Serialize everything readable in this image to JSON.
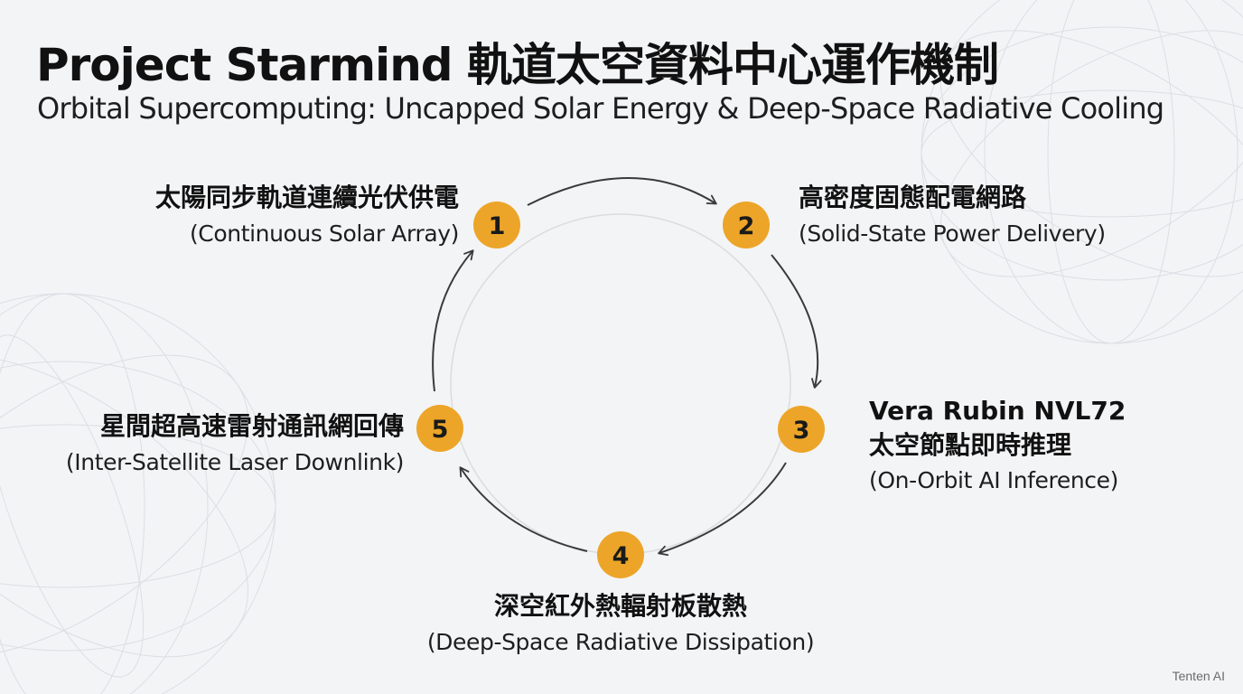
{
  "title": "Project Starmind 軌道太空資料中心運作機制",
  "subtitle": "Orbital Supercomputing: Uncapped Solar Energy & Deep-Space Radiative Cooling",
  "steps": [
    {
      "number": "1",
      "label_zh": "太陽同步軌道連續光伏供電",
      "label_en": "(Continuous Solar Array)"
    },
    {
      "number": "2",
      "label_zh": "高密度固態配電網路",
      "label_en": "(Solid-State Power Delivery)"
    },
    {
      "number": "3",
      "model": "Vera Rubin NVL72",
      "label_zh": "太空節點即時推理",
      "label_en": "(On-Orbit AI Inference)"
    },
    {
      "number": "4",
      "label_zh": "深空紅外熱輻射板散熱",
      "label_en": "(Deep-Space Radiative Dissipation)"
    },
    {
      "number": "5",
      "label_zh": "星間超高速雷射通訊網回傳",
      "label_en": "(Inter-Satellite Laser Downlink)"
    }
  ],
  "footer": "Tenten AI",
  "colors": {
    "badge": "#ECA528",
    "arrow": "#3a3a3a",
    "inner_ring": "#dcdcdc",
    "background": "#f3f4f6"
  }
}
